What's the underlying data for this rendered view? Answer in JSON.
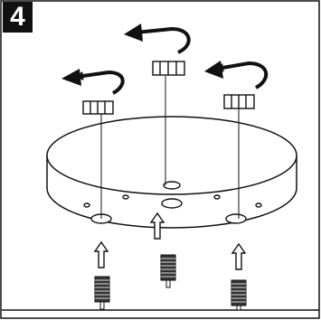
{
  "step": {
    "number": "4"
  },
  "colors": {
    "ink": "#111111",
    "background": "#ffffff",
    "badge": "#111111",
    "badge_text": "#ffffff"
  },
  "illustration": {
    "subject": "ceiling-canopy-assembly",
    "parts": [
      "canopy",
      "hex-nut",
      "threaded-rod",
      "rotate-arrow",
      "up-arrow",
      "mounting-hole"
    ],
    "nut_count": 3,
    "rod_count": 3,
    "rotate_arrow_count": 3,
    "up_arrow_count": 3
  }
}
